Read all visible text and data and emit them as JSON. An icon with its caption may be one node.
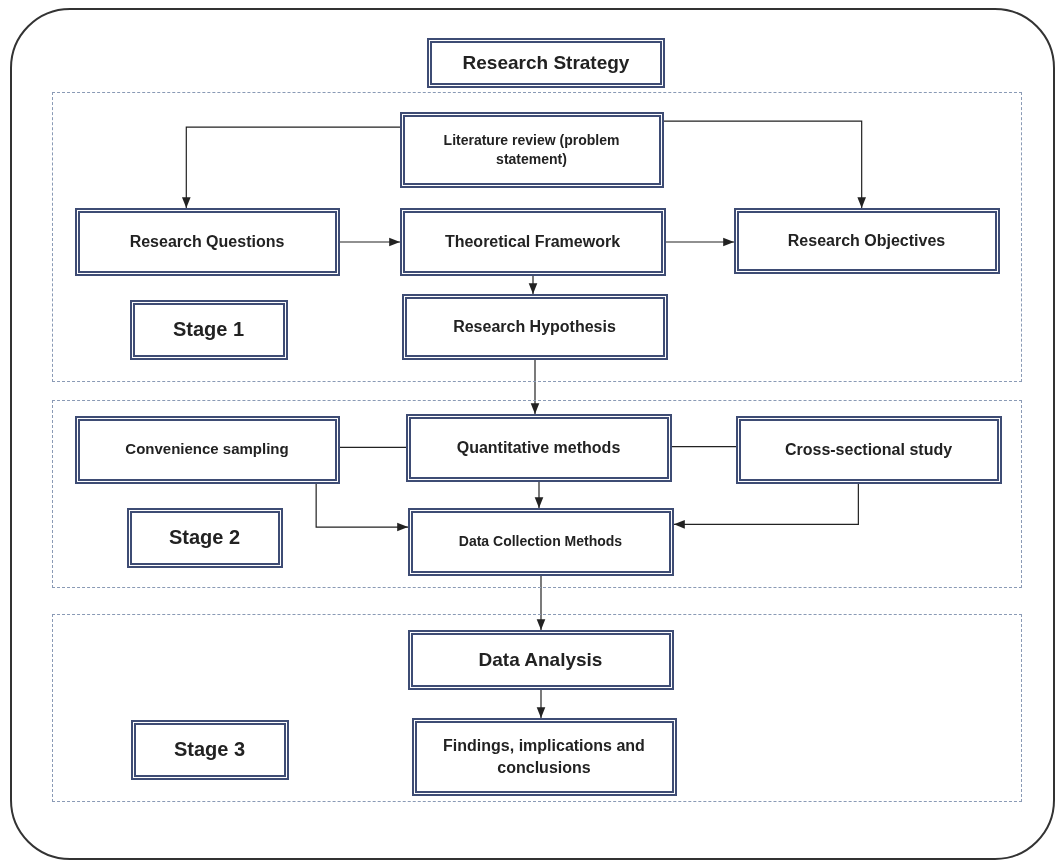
{
  "diagram": {
    "nodes": [
      {
        "text": [],
        "shape": "box"
      },
      {
        "text": [
          "Research Strategy"
        ],
        "in": 0
      },
      {
        "text": [],
        "shape": "box",
        "in": 0
      },
      {
        "text": [
          "Literature review (problem statement)"
        ],
        "in": 2
      },
      {
        "text": [
          "Research Questions"
        ],
        "in": 2
      },
      {
        "text": [
          "Theoretical Framework"
        ],
        "in": 2
      },
      {
        "text": [
          "Research Objectives"
        ],
        "in": 2
      },
      {
        "text": [
          "Stage 1"
        ],
        "in": 2
      },
      {
        "text": [
          "Research Hypothesis"
        ],
        "in": 2
      },
      {
        "text": [],
        "shape": "box",
        "in": 0
      },
      {
        "text": [
          "Convenience sampling"
        ],
        "in": 9
      },
      {
        "text": [
          "Quantitative methods"
        ],
        "in": 9
      },
      {
        "text": [
          "Cross-sectional study"
        ],
        "in": 9
      },
      {
        "text": [
          "Stage 2"
        ],
        "in": 9
      },
      {
        "text": [
          "Data Collection Methods"
        ],
        "in": 9
      },
      {
        "text": [],
        "shape": "box",
        "in": 0
      },
      {
        "text": [
          "Data Analysis"
        ],
        "in": 15
      },
      {
        "text": [
          "Stage 3"
        ],
        "in": 15
      },
      {
        "text": [
          "Findings, implications and conclusions"
        ],
        "in": 15
      }
    ],
    "edges": [
      {
        "from": 3,
        "to": 4,
        "arrow": "to"
      },
      {
        "from": 3,
        "to": 6,
        "arrow": "to"
      },
      {
        "from": 4,
        "to": 5,
        "arrow": "to"
      },
      {
        "from": 5,
        "to": 6,
        "arrow": "to"
      },
      {
        "from": 5,
        "to": 8,
        "arrow": "to"
      },
      {
        "from": 8,
        "to": 11,
        "arrow": "to"
      },
      {
        "from": 10,
        "to": 11,
        "arrow": "none"
      },
      {
        "from": 11,
        "to": 12,
        "arrow": "none"
      },
      {
        "from": 11,
        "to": 14,
        "arrow": "to"
      },
      {
        "from": 10,
        "to": 14,
        "arrow": "to"
      },
      {
        "from": 12,
        "to": 14,
        "arrow": "to"
      },
      {
        "from": 14,
        "to": 16,
        "arrow": "to"
      },
      {
        "from": 16,
        "to": 18,
        "arrow": "to"
      }
    ]
  }
}
